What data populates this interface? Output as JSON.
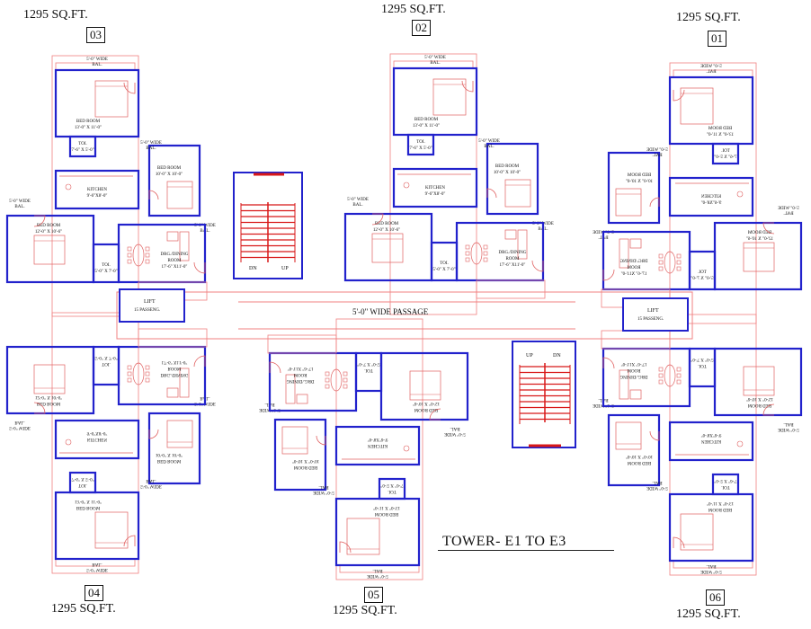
{
  "title": "TOWER-  E1 TO E3",
  "passage_label": "5'-0\" WIDE PASSAGE",
  "colors": {
    "wall": "#2222cc",
    "fixture": "#e06060",
    "stair": "#d81818",
    "text": "#111111",
    "pink_line": "#f08080"
  },
  "units": [
    {
      "id": "01",
      "number": "01",
      "area": "1295 SQ.FT."
    },
    {
      "id": "02",
      "number": "02",
      "area": "1295 SQ.FT."
    },
    {
      "id": "03",
      "number": "03",
      "area": "1295 SQ.FT."
    },
    {
      "id": "04",
      "number": "04",
      "area": "1295 SQ.FT."
    },
    {
      "id": "05",
      "number": "05",
      "area": "1295 SQ.FT."
    },
    {
      "id": "06",
      "number": "06",
      "area": "1295 SQ.FT."
    }
  ],
  "texts": {
    "bal": "5'-0\" WIDE",
    "bal2": "BAL.",
    "bed1": "BED ROOM",
    "bed1_dim": "13'-0\" X 11'-0\"",
    "bed2": "BED ROOM",
    "bed2_dim": "10'-0\" X 10'-0\"",
    "bed3": "BED ROOM",
    "bed3_dim": "12'-0\" X 10'-6\"",
    "toi1": "TOI.",
    "toi1_dim": "7'-6\" X 5'-0\"",
    "toi2": "TOI.",
    "toi2_dim": "5'-0\" X 7'-0\"",
    "kitchen": "KITCHEN",
    "kitchen_dim": "9'-6\"X8'-0\"",
    "drg": "DRG./DINING",
    "drg2": "ROOM",
    "drg_dim": "17'-6\" X11'-0\"",
    "lift": "LIFT",
    "lift2": "15 PASSENG.",
    "up": "UP",
    "dn": "DN"
  }
}
